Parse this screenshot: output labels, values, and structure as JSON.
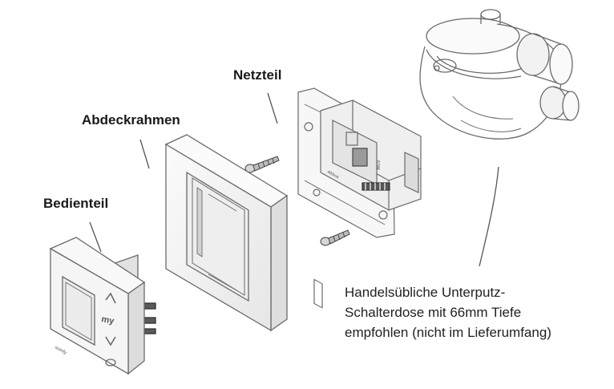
{
  "labels": {
    "netzteil": "Netzteil",
    "abdeckrahmen": "Abdeckrahmen",
    "bedienteil": "Bedienteil"
  },
  "note": {
    "line1": "Handelsübliche Unterputz-",
    "line2": "Schalterdose mit 66mm Tiefe",
    "line3": "empfohlen (nicht im Lieferumfang)"
  },
  "device": {
    "brand_mark": "somfy",
    "my_key": "my"
  },
  "colors": {
    "line": "#555555",
    "stroke": "#6a6a6a",
    "fill": "#f4f4f4"
  }
}
